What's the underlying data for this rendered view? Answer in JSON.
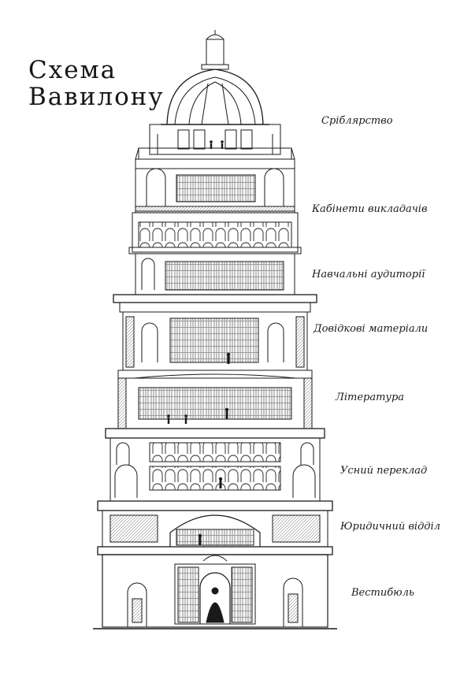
{
  "title": {
    "line1": "Схема",
    "line2": "Вавилону"
  },
  "floors": [
    {
      "id": "silver",
      "label": "Сріблярство"
    },
    {
      "id": "faculty",
      "label": "Кабінети викладачів"
    },
    {
      "id": "classrooms",
      "label": "Навчальні аудиторії"
    },
    {
      "id": "reference",
      "label": "Довідкові матеріали"
    },
    {
      "id": "literature",
      "label": "Література"
    },
    {
      "id": "interpreting",
      "label": "Усний переклад"
    },
    {
      "id": "legal",
      "label": "Юридичний відділ"
    },
    {
      "id": "lobby",
      "label": "Вестибюль"
    }
  ],
  "colors": {
    "ink": "#1a1a1a",
    "paper": "#ffffff",
    "shade": "#6b6b6b"
  }
}
